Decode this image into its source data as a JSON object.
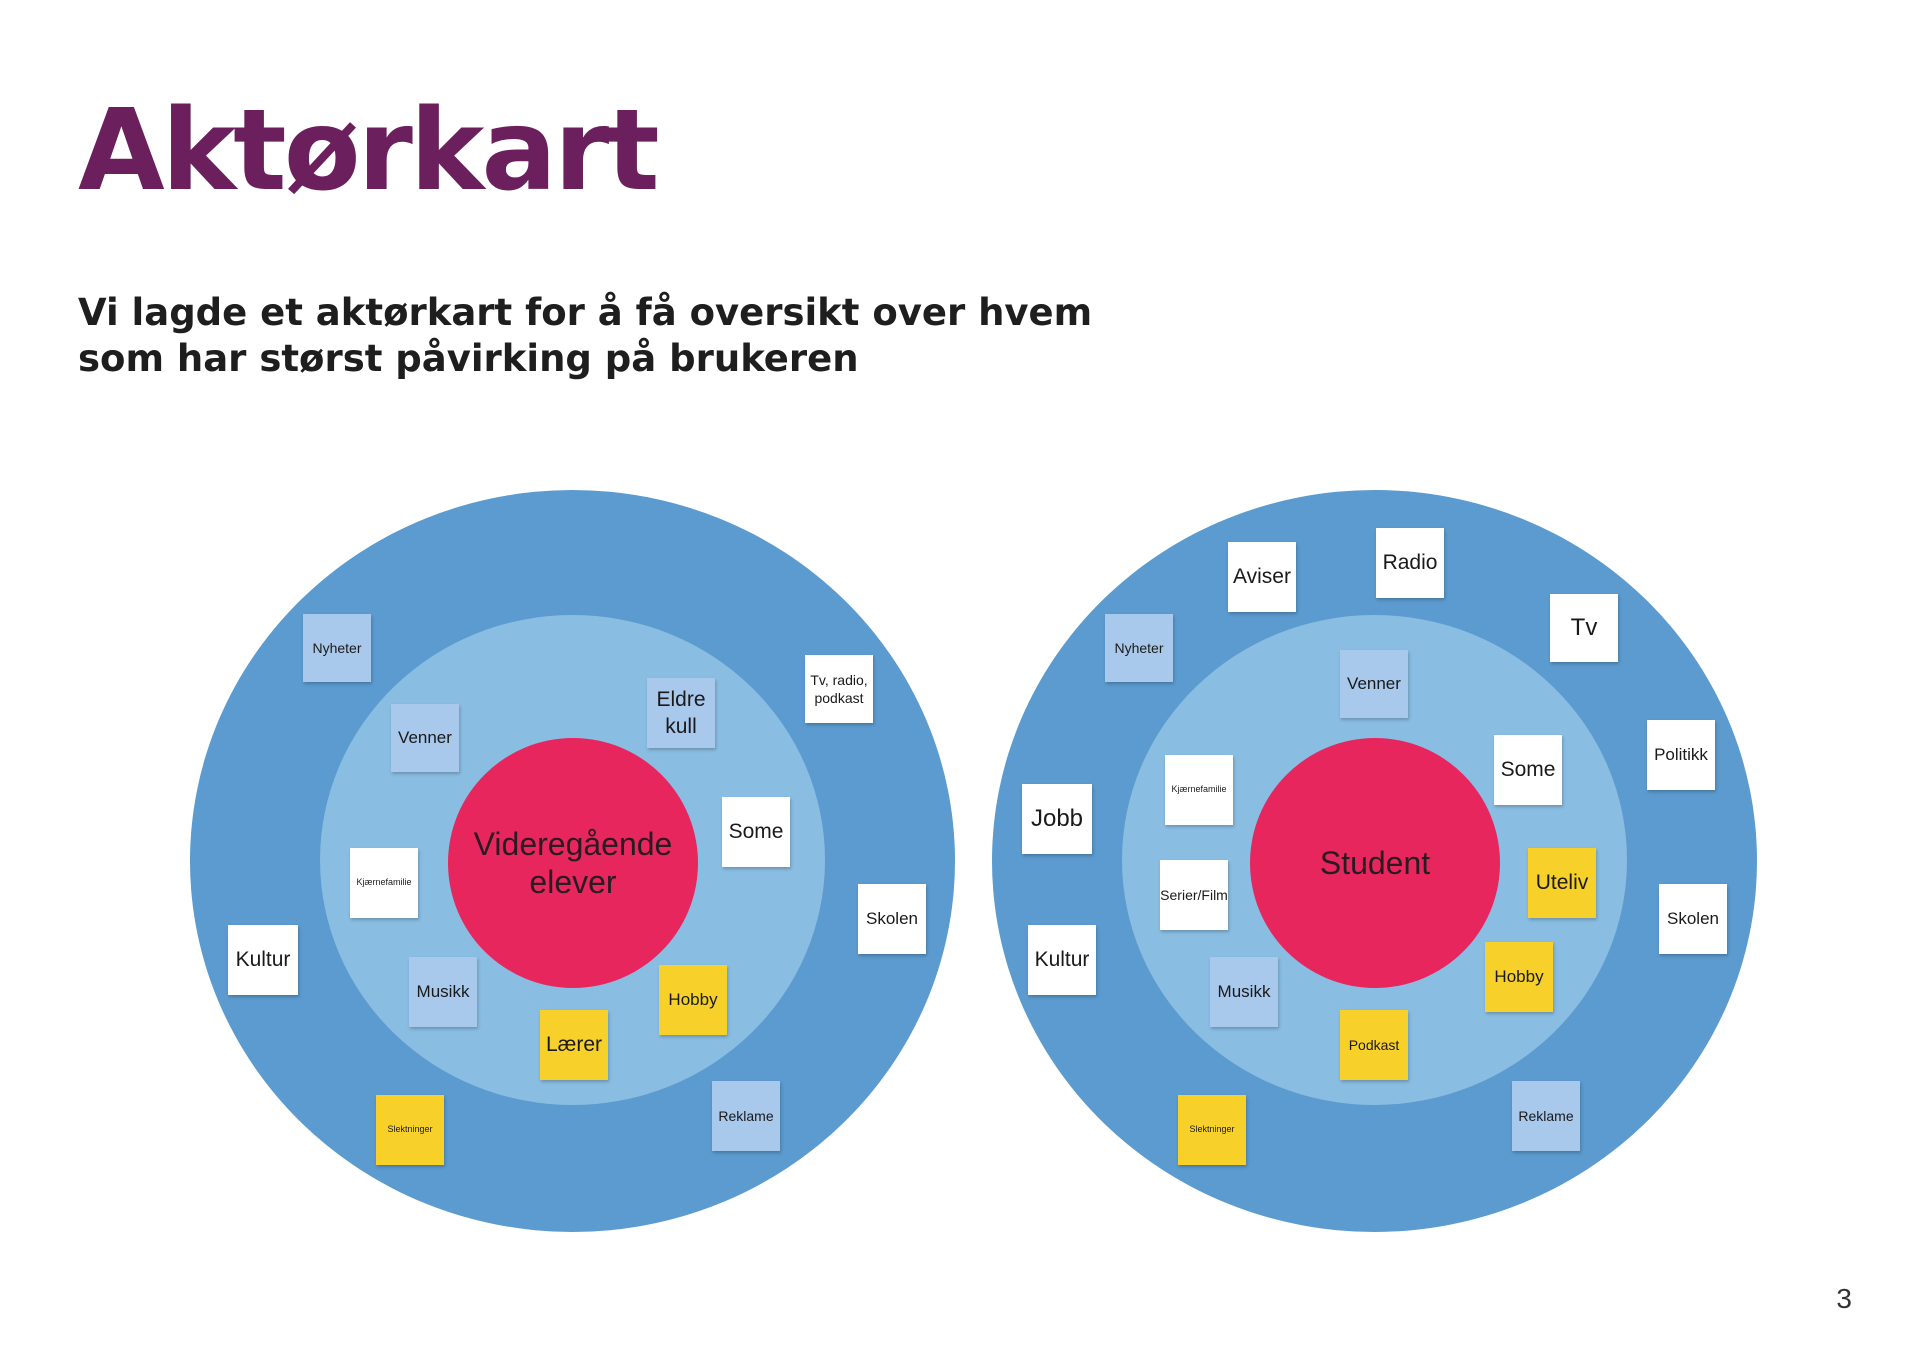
{
  "header": {
    "title": "Aktørkart",
    "subtitle": "Vi lagde et aktørkart for å få oversikt over hvem som har størst påvirking på brukeren"
  },
  "page_number": "3",
  "colors": {
    "title": "#6b1f5c",
    "outer_ring": "#5b9bcf",
    "middle_ring": "#89bde2",
    "center": "#e8265e",
    "note_white": "#ffffff",
    "note_blue": "#a8c8ec",
    "note_yellow": "#f7d02a"
  },
  "maps": [
    {
      "center_label": "Videregående elever",
      "notes": [
        {
          "text": "Nyheter",
          "color": "blue"
        },
        {
          "text": "Tv, radio, podkast",
          "color": "white"
        },
        {
          "text": "Eldre kull",
          "color": "blue"
        },
        {
          "text": "Venner",
          "color": "blue"
        },
        {
          "text": "Some",
          "color": "white"
        },
        {
          "text": "Kjærnefamilie",
          "color": "white"
        },
        {
          "text": "Skolen",
          "color": "white"
        },
        {
          "text": "Kultur",
          "color": "white"
        },
        {
          "text": "Musikk",
          "color": "blue"
        },
        {
          "text": "Hobby",
          "color": "yellow"
        },
        {
          "text": "Lærer",
          "color": "yellow"
        },
        {
          "text": "Reklame",
          "color": "blue"
        },
        {
          "text": "Slektninger",
          "color": "yellow"
        }
      ]
    },
    {
      "center_label": "Student",
      "notes": [
        {
          "text": "Aviser",
          "color": "white"
        },
        {
          "text": "Radio",
          "color": "white"
        },
        {
          "text": "Tv",
          "color": "white"
        },
        {
          "text": "Nyheter",
          "color": "blue"
        },
        {
          "text": "Venner",
          "color": "blue"
        },
        {
          "text": "Politikk",
          "color": "white"
        },
        {
          "text": "Kjærnefamilie",
          "color": "white"
        },
        {
          "text": "Some",
          "color": "white"
        },
        {
          "text": "Jobb",
          "color": "white"
        },
        {
          "text": "Uteliv",
          "color": "yellow"
        },
        {
          "text": "Serier/Film",
          "color": "white"
        },
        {
          "text": "Skolen",
          "color": "white"
        },
        {
          "text": "Kultur",
          "color": "white"
        },
        {
          "text": "Musikk",
          "color": "blue"
        },
        {
          "text": "Hobby",
          "color": "yellow"
        },
        {
          "text": "Podkast",
          "color": "yellow"
        },
        {
          "text": "Slektninger",
          "color": "yellow"
        },
        {
          "text": "Reklame",
          "color": "blue"
        }
      ]
    }
  ]
}
